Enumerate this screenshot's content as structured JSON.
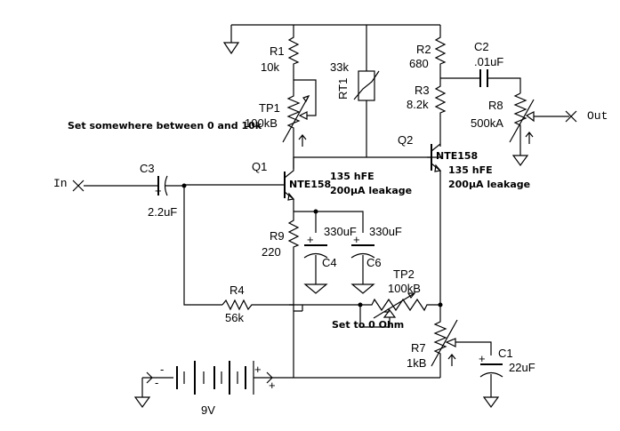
{
  "labels": {
    "r1_name": "R1",
    "r1_value": "10k",
    "r2_name": "R2",
    "r2_value": "680",
    "r3_name": "R3",
    "r3_value": "8.2k",
    "rt1_name": "RT1",
    "rt1_value": "33k",
    "c2_name": "C2",
    "c2_value": ".01uF",
    "r8_name": "R8",
    "r8_value": "500kA",
    "out_label": "Out",
    "tp1_name": "TP1",
    "tp1_value": "100kB",
    "tp1_note": "Set somewhere between 0 and 10k",
    "q2_name": "Q2",
    "q2_part": "NTE158",
    "q2_hfe": "135 hFE",
    "q2_leak": "200µA leakage",
    "q1_name": "Q1",
    "q1_part": "NTE158",
    "q1_hfe": "135 hFE",
    "q1_leak": "200µA leakage",
    "in_label": "In",
    "c3_name": "C3",
    "c3_value": "2.2uF",
    "r9_name": "R9",
    "r9_value": "220",
    "c4_name": "C4",
    "c4_value": "330uF",
    "c6_name": "C6",
    "c6_value": "330uF",
    "tp2_name": "TP2",
    "tp2_value": "100kB",
    "tp2_note": "Set to 0 Ohm",
    "r4_name": "R4",
    "r4_value": "56k",
    "r7_name": "R7",
    "r7_value": "1kB",
    "c1_name": "C1",
    "c1_value": "22uF",
    "battery_value": "9V",
    "plus": "+",
    "minus": "-"
  }
}
